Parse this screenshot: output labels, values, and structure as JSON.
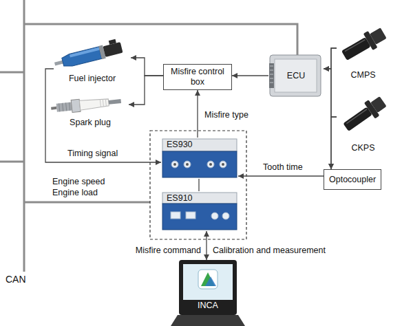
{
  "diagram": {
    "nodes": [
      {
        "text": [
          "Fuel injector"
        ]
      },
      {
        "text": [
          "Spark plug"
        ]
      },
      {
        "text": [
          "Misfire control box"
        ]
      },
      {
        "text": [
          "ECU"
        ]
      },
      {
        "text": [
          "CMPS"
        ]
      },
      {
        "text": [
          "CKPS"
        ]
      },
      {
        "text": [
          "ES930"
        ]
      },
      {
        "text": [
          "ES910"
        ]
      },
      {
        "text": [
          "Optocoupler"
        ]
      },
      {
        "text": [
          "INCA"
        ]
      }
    ],
    "edges": [
      {
        "from": 2,
        "to": 0,
        "arrow": "to"
      },
      {
        "from": 2,
        "to": 1,
        "arrow": "to"
      },
      {
        "from": 3,
        "to": 2,
        "arrow": "to"
      },
      {
        "from": 4,
        "to": 3,
        "arrow": "to"
      },
      {
        "from": 5,
        "to": 3,
        "arrow": "to"
      },
      {
        "from": 4,
        "to": 8,
        "arrow": "to"
      },
      {
        "from": 5,
        "to": 8,
        "arrow": "to"
      },
      {
        "from": 8,
        "to": 6,
        "label": "Tooth time",
        "arrow": "to"
      },
      {
        "from": 6,
        "to": 2,
        "label": "Misfire type",
        "arrow": "to"
      },
      {
        "from": 0,
        "to": 6,
        "label": "Timing signal",
        "arrow": "to"
      },
      {
        "from": 6,
        "to": 7,
        "arrow": "none"
      },
      {
        "from": 7,
        "to": 9,
        "label": "Misfire command",
        "arrow": "both"
      }
    ],
    "labels": [
      "Engine speed",
      "Engine load",
      "Calibration and measurement",
      "CAN"
    ]
  }
}
